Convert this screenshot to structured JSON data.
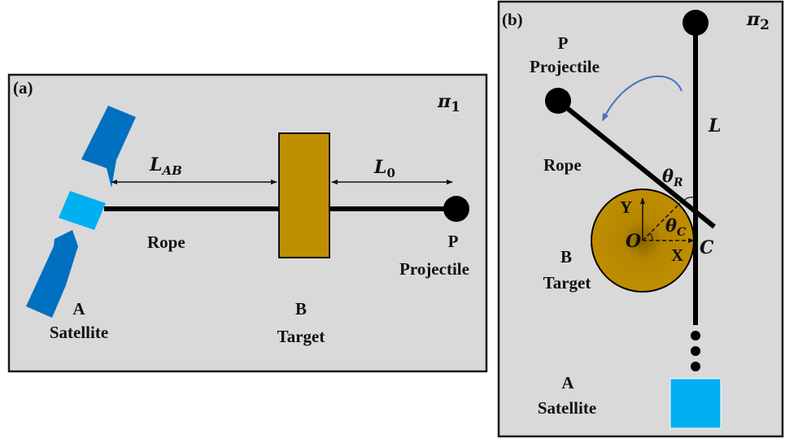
{
  "panel_a": {
    "tag": "(a)",
    "plane": {
      "symbol": "π",
      "sub": "1"
    },
    "length_ab": {
      "symbol": "L",
      "sub": "AB"
    },
    "length_0": {
      "symbol": "L",
      "sub": "0"
    },
    "rope_label": "Rope",
    "satellite": {
      "letter": "A",
      "name": "Satellite"
    },
    "target": {
      "letter": "B",
      "name": "Target"
    },
    "projectile": {
      "letter": "P",
      "name": "Projectile"
    }
  },
  "panel_b": {
    "tag": "(b)",
    "plane": {
      "symbol": "π",
      "sub": "2"
    },
    "length": "L",
    "rope_label": "Rope",
    "projectile": {
      "letter": "P",
      "name": "Projectile"
    },
    "target": {
      "letter": "B",
      "name": "Target"
    },
    "satellite": {
      "letter": "A",
      "name": "Satellite"
    },
    "theta_r": {
      "symbol": "θ",
      "sub": "R"
    },
    "theta_c": {
      "symbol": "θ",
      "sub": "C"
    },
    "origin": "O",
    "contact": "C",
    "axis_x": "X",
    "axis_y": "Y"
  },
  "colors": {
    "panel_bg": "#d9d9d9",
    "panel_border": "#1a1a1a",
    "target_fill": "#bf8f00",
    "satellite_body": "#00b0f0",
    "solar_panel": "#0070c0",
    "rotation_arrow": "#4472c4",
    "rope": "#000000"
  }
}
